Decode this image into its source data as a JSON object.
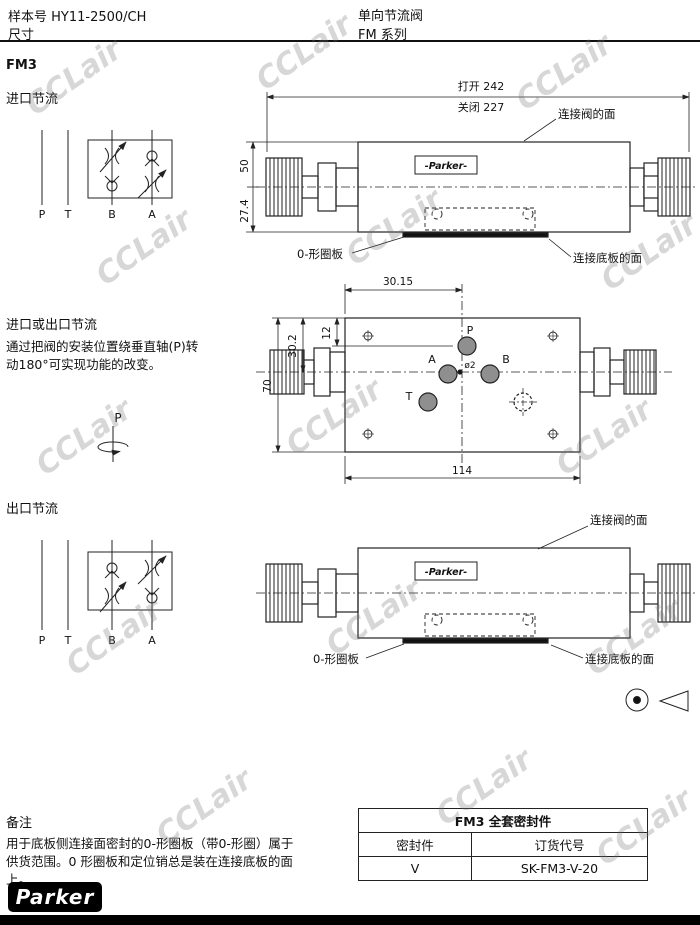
{
  "header": {
    "doc_number": "样本号 HY11-2500/CH",
    "dims_label": "尺寸",
    "title": "单向节流阀",
    "series": "FM  系列"
  },
  "model_label": "FM3",
  "watermark": "CCLair",
  "section1": {
    "label": "进口节流",
    "ports": [
      "P",
      "T",
      "B",
      "A"
    ],
    "dim_open": "打开 242",
    "dim_closed": "关闭 227",
    "dim_height": "50",
    "dim_center": "27.4",
    "body_brand": "-Parker-",
    "lbl_valve_face": "连接阀的面",
    "lbl_oring_plate": "0-形圈板",
    "lbl_subplate_face": "连接底板的面"
  },
  "section2": {
    "label": "进口或出口节流",
    "desc_line1": "通过把阀的安装位置绕垂直轴(P)转",
    "desc_line2": "动180°可实现功能的改变。",
    "p_symbol": "P",
    "dim_3015": "30.15",
    "dim_12": "12",
    "dim_302": "30.2",
    "dim_70": "70",
    "dim_114": "114",
    "dim_dia2": "ø2",
    "port_p": "P",
    "port_a": "A",
    "port_b": "B",
    "port_t": "T"
  },
  "section3": {
    "label": "出口节流",
    "ports": [
      "P",
      "T",
      "B",
      "A"
    ],
    "body_brand": "-Parker-",
    "lbl_valve_face": "连接阀的面",
    "lbl_oring_plate": "0-形圈板",
    "lbl_subplate_face": "连接底板的面"
  },
  "notes": {
    "label": "备注",
    "line1": "用于底板侧连接面密封的0-形圈板（带0-形圈）属于",
    "line2": "供货范围。0 形圈板和定位销总是装在连接底板的面",
    "line3": "上。"
  },
  "table": {
    "title": "FM3  全套密封件",
    "col_seal": "密封件",
    "col_code": "订货代号",
    "row_seal": "V",
    "row_code": "SK-FM3-V-20"
  },
  "footer": {
    "logo": "Parker"
  }
}
